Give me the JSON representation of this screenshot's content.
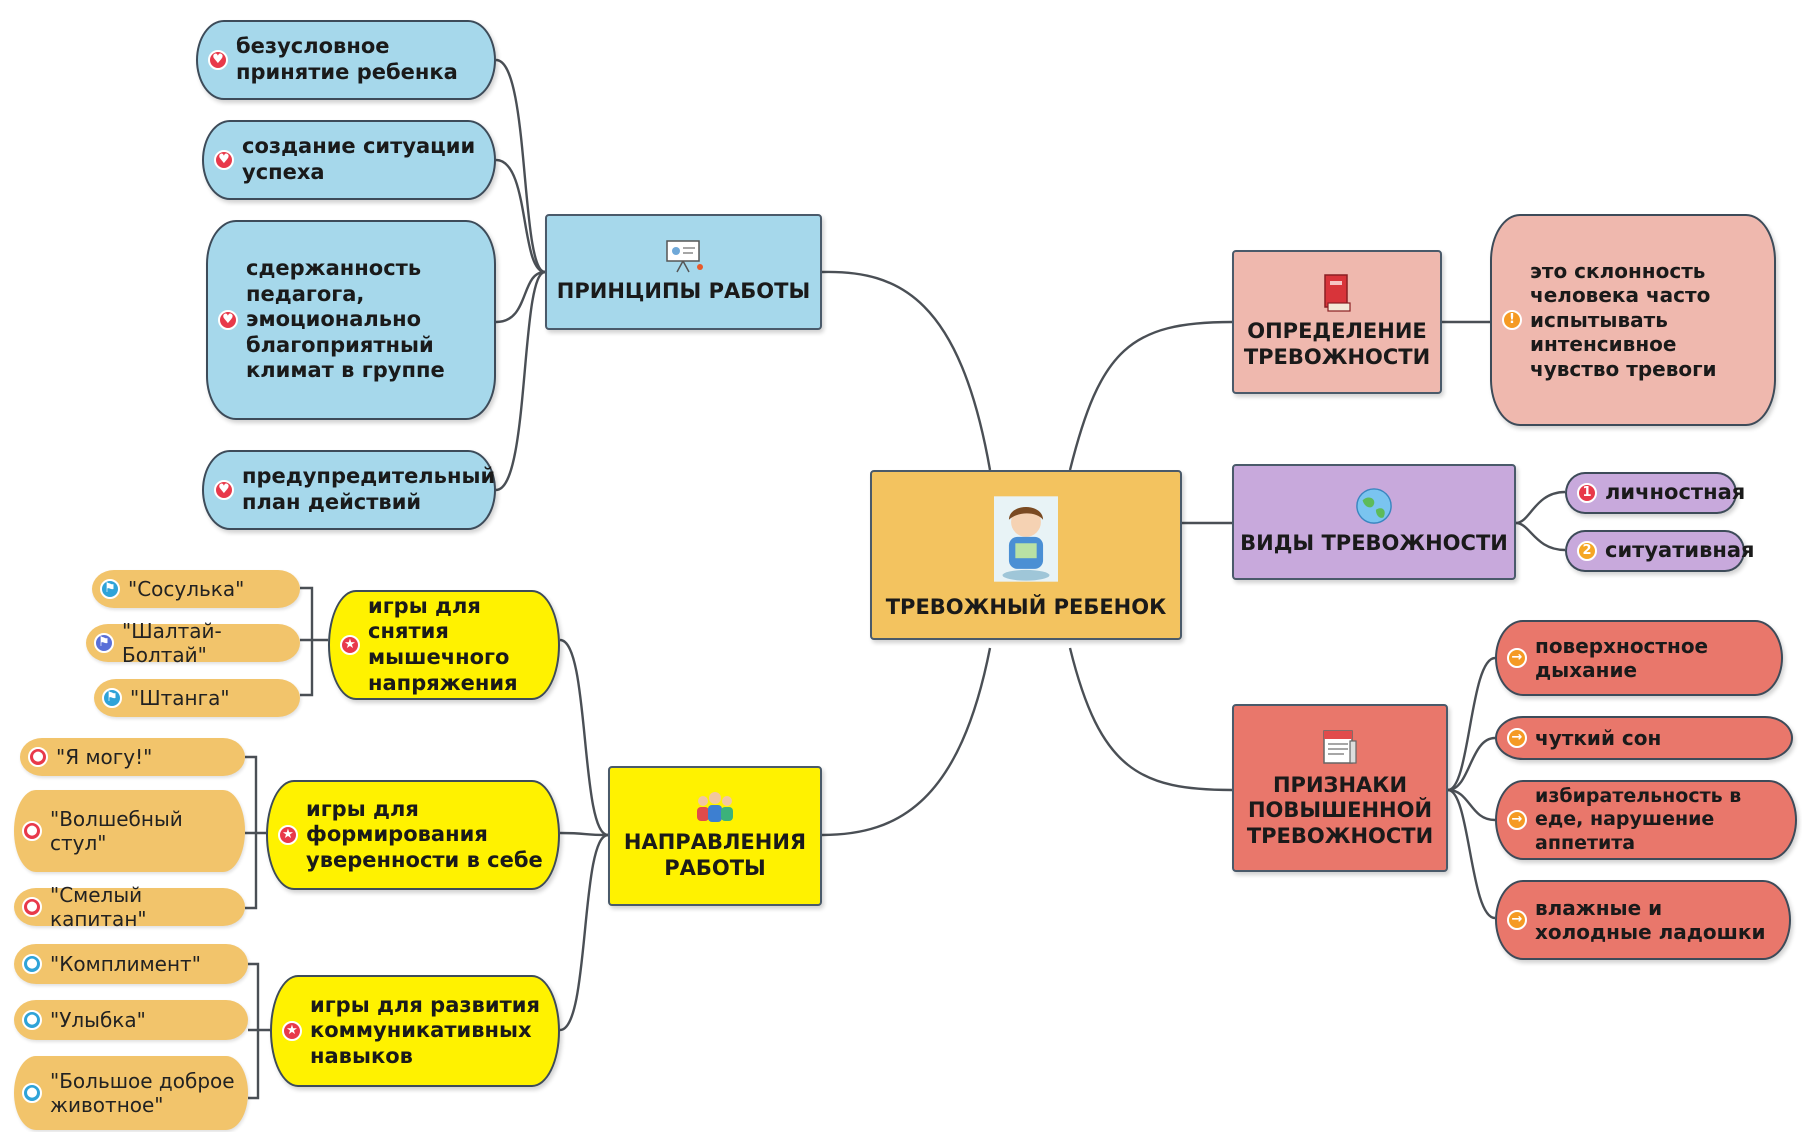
{
  "center": {
    "label": "ТРЕВОЖНЫЙ РЕБЕНОК",
    "icon": "child-illustration-icon"
  },
  "principles": {
    "label": "ПРИНЦИПЫ РАБОТЫ",
    "icon": "presentation-board-icon",
    "items": [
      "безусловное принятие ребенка",
      "создание ситуации успеха",
      "сдержанность педагога, эмоционально благоприятный климат в группе",
      "предупредительный план действий"
    ]
  },
  "directions": {
    "label": "НАПРАВЛЕНИЯ РАБОТЫ",
    "icon": "people-group-icon",
    "groups": [
      {
        "label": "игры для снятия мышечного напряжения",
        "games": [
          "\"Сосулька\"",
          "\"Шалтай-Болтай\"",
          "\"Штанга\""
        ]
      },
      {
        "label": "игры для формирования уверенности в себе",
        "games": [
          "\"Я могу!\"",
          "\"Волшебный стул\"",
          "\"Смелый капитан\""
        ]
      },
      {
        "label": "игры для развития коммуникативных навыков",
        "games": [
          "\"Комплимент\"",
          "\"Улыбка\"",
          "\"Большое доброе животное\""
        ]
      }
    ]
  },
  "definition": {
    "label": "ОПРЕДЕЛЕНИЕ ТРЕВОЖНОСТИ",
    "icon": "book-icon",
    "text": "это склонность человека часто испытывать интенсивное чувство тревоги"
  },
  "types": {
    "label": "ВИДЫ ТРЕВОЖНОСТИ",
    "icon": "globe-icon",
    "items": [
      "личностная",
      "ситуативная"
    ],
    "markers": [
      "1",
      "2"
    ]
  },
  "signs": {
    "label": "ПРИЗНАКИ ПОВЫШЕННОЙ ТРЕВОЖНОСТИ",
    "icon": "newspaper-icon",
    "items": [
      "поверхностное дыхание",
      "чуткий сон",
      "избирательность в еде, нарушение аппетита",
      "влажные  и холодные ладошки"
    ]
  },
  "colors": {
    "center": "#f3c35f",
    "principles": "#a6d8eb",
    "directions": "#fff200",
    "games": "#f2c46b",
    "definition": "#efb8ae",
    "types": "#c8a9dc",
    "signs": "#e9776b",
    "connector": "#4a4f55"
  }
}
